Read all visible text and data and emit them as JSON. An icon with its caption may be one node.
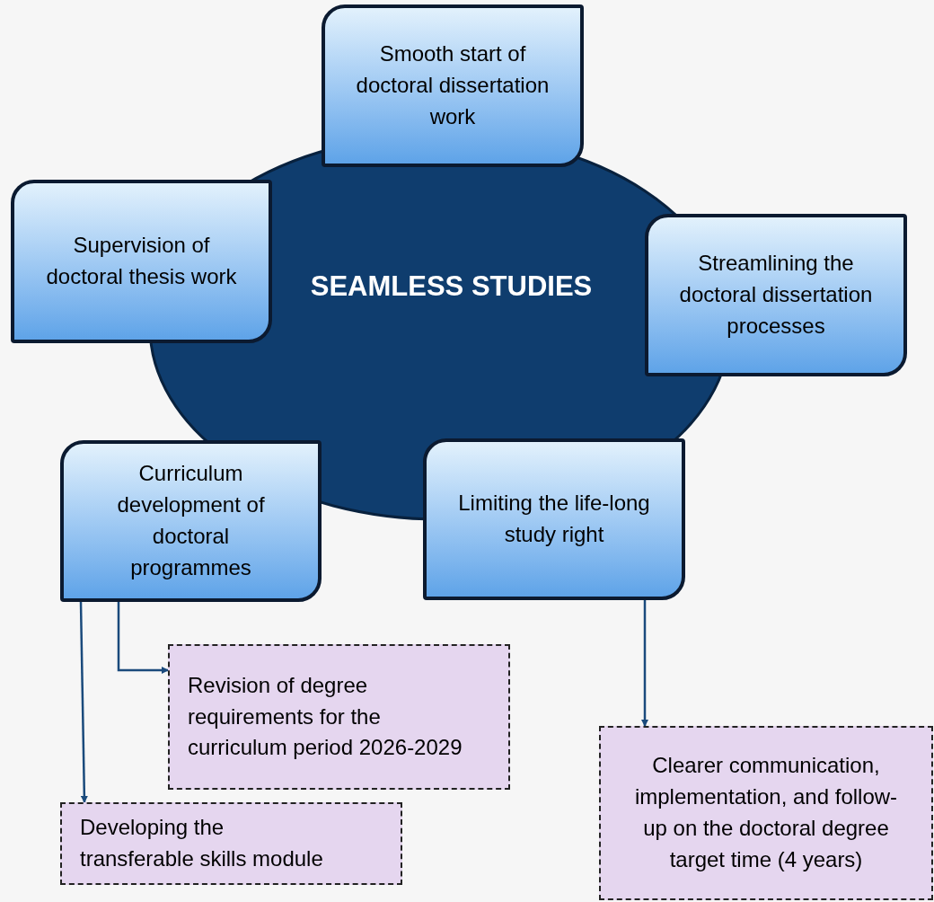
{
  "diagram": {
    "nodes": [
      {
        "text": [
          "SEAMLESS STUDIES"
        ]
      },
      {
        "text": [
          "Smooth start of doctoral dissertation work"
        ]
      },
      {
        "text": [
          "Supervision of doctoral thesis work"
        ]
      },
      {
        "text": [
          "Streamlining the doctoral dissertation processes"
        ]
      },
      {
        "text": [
          "Curriculum development of doctoral programmes"
        ]
      },
      {
        "text": [
          "Limiting the life-long study right"
        ]
      },
      {
        "text": [
          "Revision of degree requirements for the curriculum period 2026-2029"
        ]
      },
      {
        "text": [
          "Developing the transferable skills module"
        ]
      },
      {
        "text": [
          "Clearer communication, implementation, and follow-up on the doctoral degree target time (4 years)"
        ]
      }
    ],
    "edges": [
      {
        "from": 4,
        "to": 7,
        "arrow": "to"
      },
      {
        "from": 4,
        "to": 6,
        "arrow": "to"
      },
      {
        "from": 5,
        "to": 8,
        "arrow": "to"
      }
    ]
  }
}
